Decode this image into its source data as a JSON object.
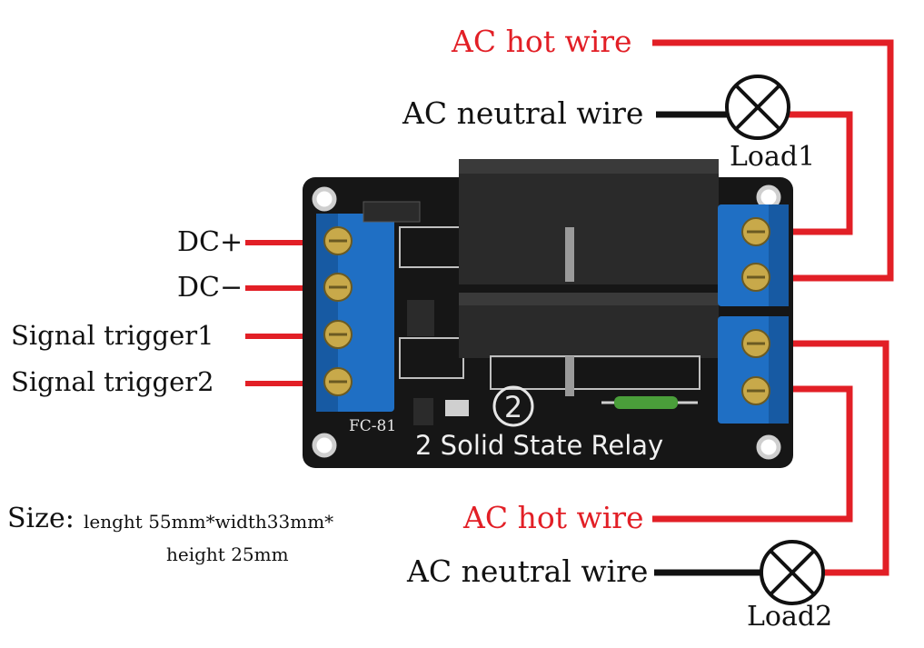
{
  "labels": {
    "ac_hot_top": "AC  hot wire",
    "ac_neutral_top": "AC neutral wire",
    "load1": "Load1",
    "dc_plus": "DC+",
    "dc_minus": "DC−",
    "signal1": "Signal trigger1",
    "signal2": "Signal trigger2",
    "size_label": "Size:",
    "size_line1": "lenght 55mm*width33mm*",
    "size_line2": "height 25mm",
    "ac_hot_bottom": "AC hot wire",
    "ac_neutral_bottom": "AC neutral wire",
    "load2": "Load2"
  },
  "board": {
    "title": "2 Solid State Relay",
    "model": "FC-81",
    "channel_mark": "2"
  },
  "colors": {
    "wire_red": "#e21f26",
    "wire_black": "#111111",
    "board": "#161616",
    "terminal_blue": "#1f6fc4",
    "relay_body": "#2a2a2a"
  }
}
